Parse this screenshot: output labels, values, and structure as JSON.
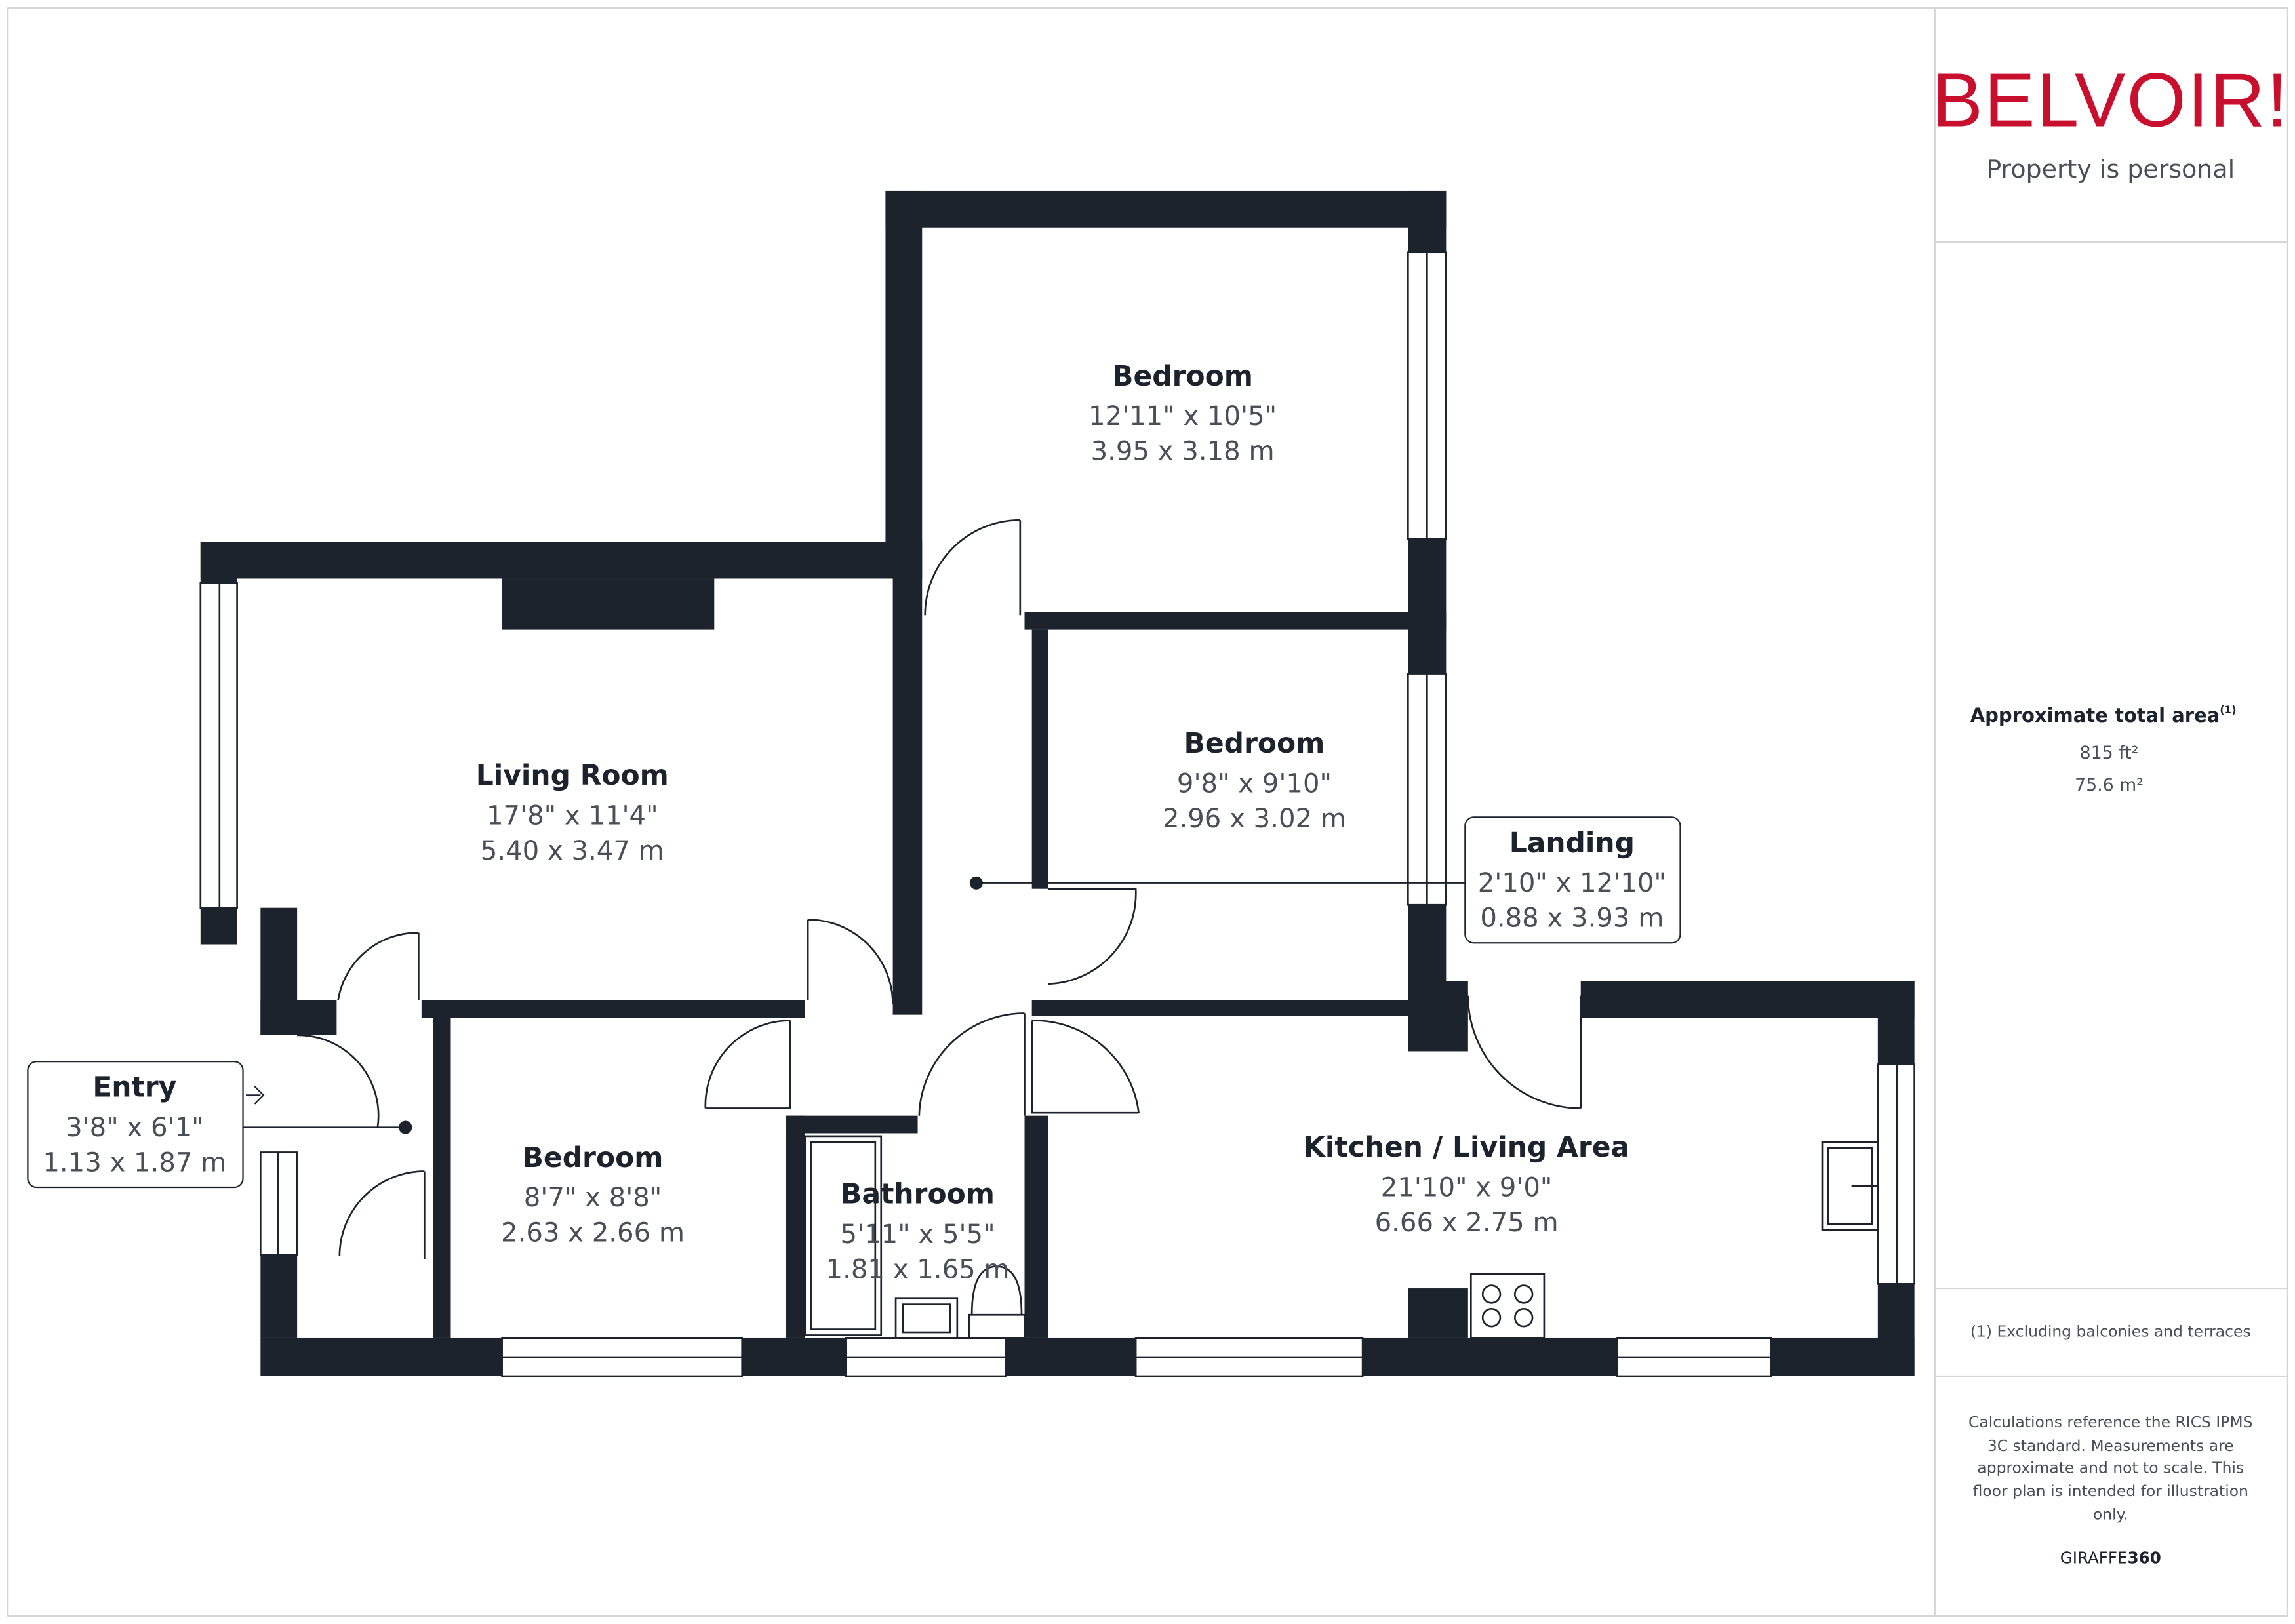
{
  "brand": {
    "logo_text": "BELVOIR!",
    "tagline": "Property is personal",
    "logo_color": "#c8102e"
  },
  "rooms": [
    {
      "name": "Bedroom",
      "imperial": "12'11\" x 10'5\"",
      "metric": "3.95 x 3.18 m"
    },
    {
      "name": "Living Room",
      "imperial": "17'8\" x 11'4\"",
      "metric": "5.40 x 3.47 m"
    },
    {
      "name": "Bedroom",
      "imperial": "9'8\" x 9'10\"",
      "metric": "2.96 x 3.02 m"
    },
    {
      "name": "Landing",
      "imperial": "2'10\" x 12'10\"",
      "metric": "0.88 x 3.93 m"
    },
    {
      "name": "Entry",
      "imperial": "3'8\" x 6'1\"",
      "metric": "1.13 x 1.87 m"
    },
    {
      "name": "Bedroom",
      "imperial": "8'7\" x 8'8\"",
      "metric": "2.63 x 2.66 m"
    },
    {
      "name": "Bathroom",
      "imperial": "5'11\" x 5'5\"",
      "metric": "1.81 x 1.65 m"
    },
    {
      "name": "Kitchen / Living Area",
      "imperial": "21'10\" x 9'0\"",
      "metric": "6.66 x 2.75 m"
    }
  ],
  "area": {
    "title": "Approximate total area",
    "footnote_mark": "(1)",
    "imperial": "815 ft²",
    "metric": "75.6 m²"
  },
  "footnote": "(1) Excluding balconies and terraces",
  "disclaimer": [
    "Calculations reference the RICS IPMS",
    "3C standard. Measurements are",
    "approximate and not to scale. This",
    "floor plan is intended for illustration",
    "only."
  ],
  "credit": {
    "light": "GIRAFFE",
    "bold": "360"
  },
  "colors": {
    "wall": "#1c232d",
    "text": "#1c232d",
    "subtext": "#4a4f57",
    "divider": "#d6d6d6"
  }
}
